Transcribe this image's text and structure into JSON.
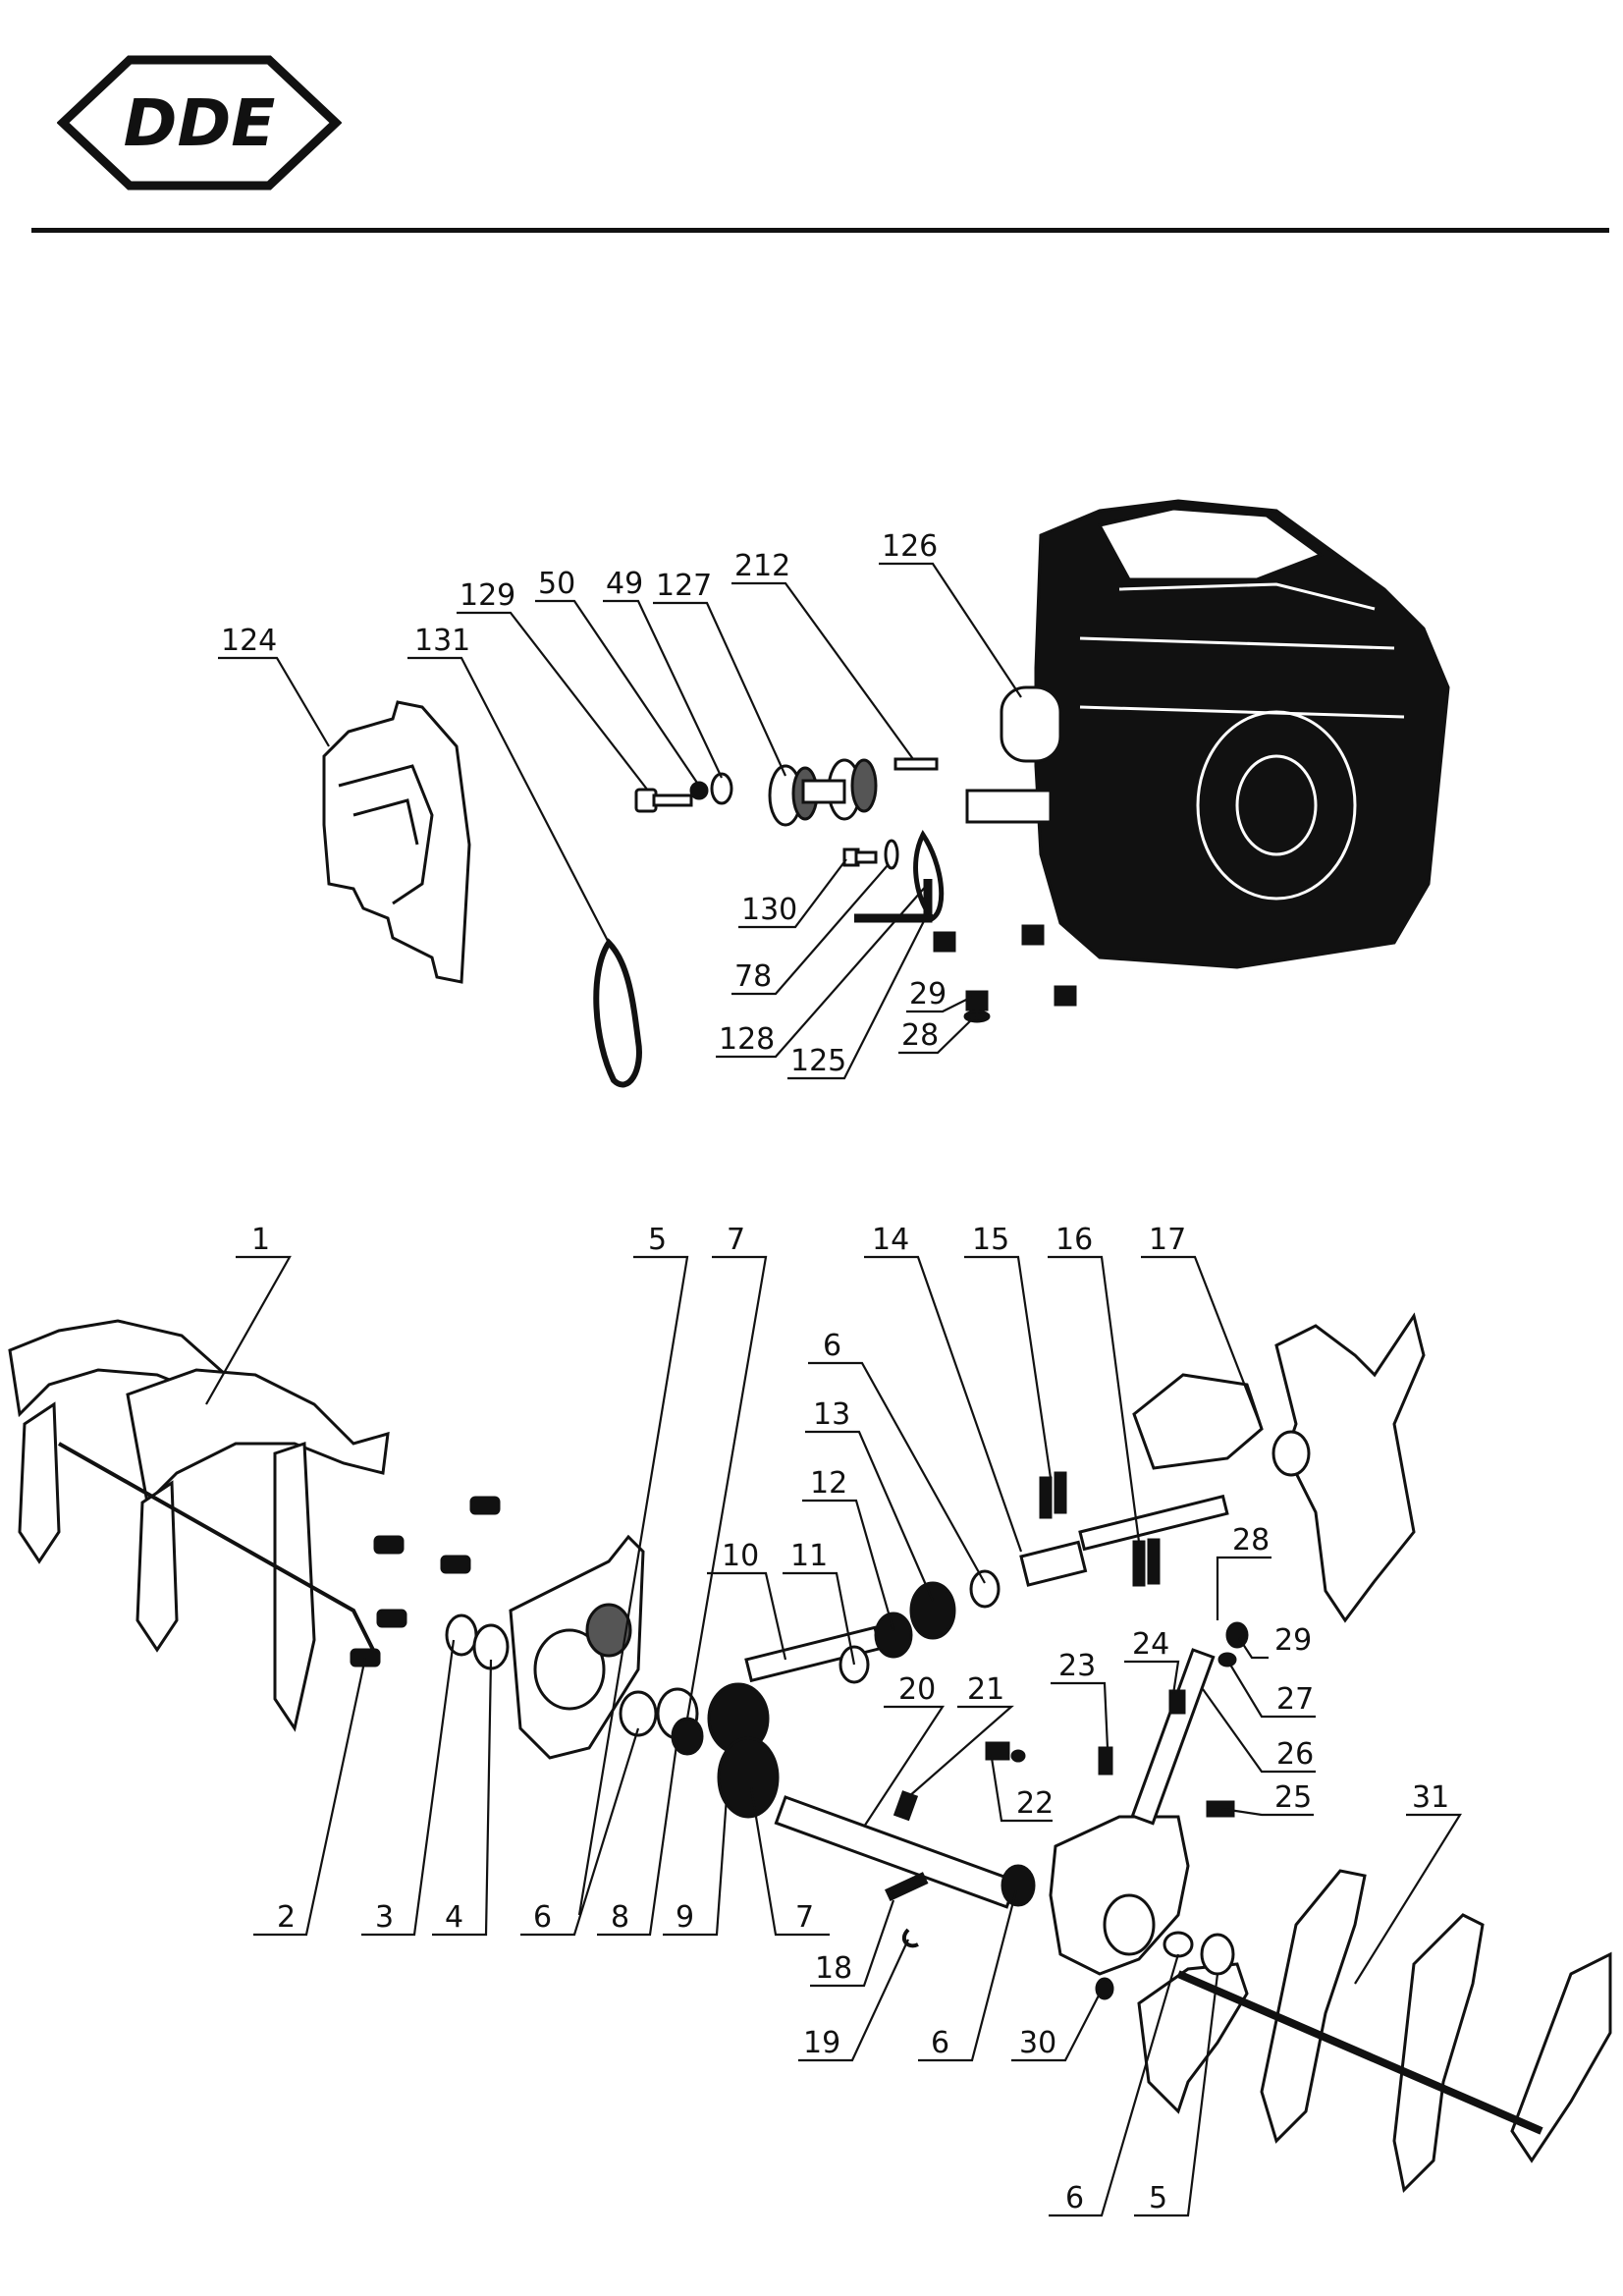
{
  "brand": {
    "logo_text": "DDE"
  },
  "diagram": {
    "callouts_top": [
      {
        "id": "c124",
        "label": "124"
      },
      {
        "id": "c131",
        "label": "131"
      },
      {
        "id": "c129",
        "label": "129"
      },
      {
        "id": "c50",
        "label": "50"
      },
      {
        "id": "c49",
        "label": "49"
      },
      {
        "id": "c127",
        "label": "127"
      },
      {
        "id": "c212",
        "label": "212"
      },
      {
        "id": "c126",
        "label": "126"
      },
      {
        "id": "c130",
        "label": "130"
      },
      {
        "id": "c78",
        "label": "78"
      },
      {
        "id": "c128",
        "label": "128"
      },
      {
        "id": "c125",
        "label": "125"
      },
      {
        "id": "c29a",
        "label": "29"
      },
      {
        "id": "c28a",
        "label": "28"
      }
    ],
    "callouts_bottom": [
      {
        "id": "b1",
        "label": "1"
      },
      {
        "id": "b5a",
        "label": "5"
      },
      {
        "id": "b7a",
        "label": "7"
      },
      {
        "id": "b14",
        "label": "14"
      },
      {
        "id": "b15",
        "label": "15"
      },
      {
        "id": "b16",
        "label": "16"
      },
      {
        "id": "b17",
        "label": "17"
      },
      {
        "id": "b6a",
        "label": "6"
      },
      {
        "id": "b13",
        "label": "13"
      },
      {
        "id": "b12",
        "label": "12"
      },
      {
        "id": "b10",
        "label": "10"
      },
      {
        "id": "b11",
        "label": "11"
      },
      {
        "id": "b28",
        "label": "28"
      },
      {
        "id": "b29",
        "label": "29"
      },
      {
        "id": "b24",
        "label": "24"
      },
      {
        "id": "b23",
        "label": "23"
      },
      {
        "id": "b27",
        "label": "27"
      },
      {
        "id": "b20",
        "label": "20"
      },
      {
        "id": "b21",
        "label": "21"
      },
      {
        "id": "b26",
        "label": "26"
      },
      {
        "id": "b22",
        "label": "22"
      },
      {
        "id": "b25",
        "label": "25"
      },
      {
        "id": "b31",
        "label": "31"
      },
      {
        "id": "b2",
        "label": "2"
      },
      {
        "id": "b3",
        "label": "3"
      },
      {
        "id": "b4",
        "label": "4"
      },
      {
        "id": "b6b",
        "label": "6"
      },
      {
        "id": "b8",
        "label": "8"
      },
      {
        "id": "b9",
        "label": "9"
      },
      {
        "id": "b7b",
        "label": "7"
      },
      {
        "id": "b18",
        "label": "18"
      },
      {
        "id": "b19",
        "label": "19"
      },
      {
        "id": "b6c",
        "label": "6"
      },
      {
        "id": "b30",
        "label": "30"
      },
      {
        "id": "b6d",
        "label": "6"
      },
      {
        "id": "b5b",
        "label": "5"
      }
    ]
  }
}
